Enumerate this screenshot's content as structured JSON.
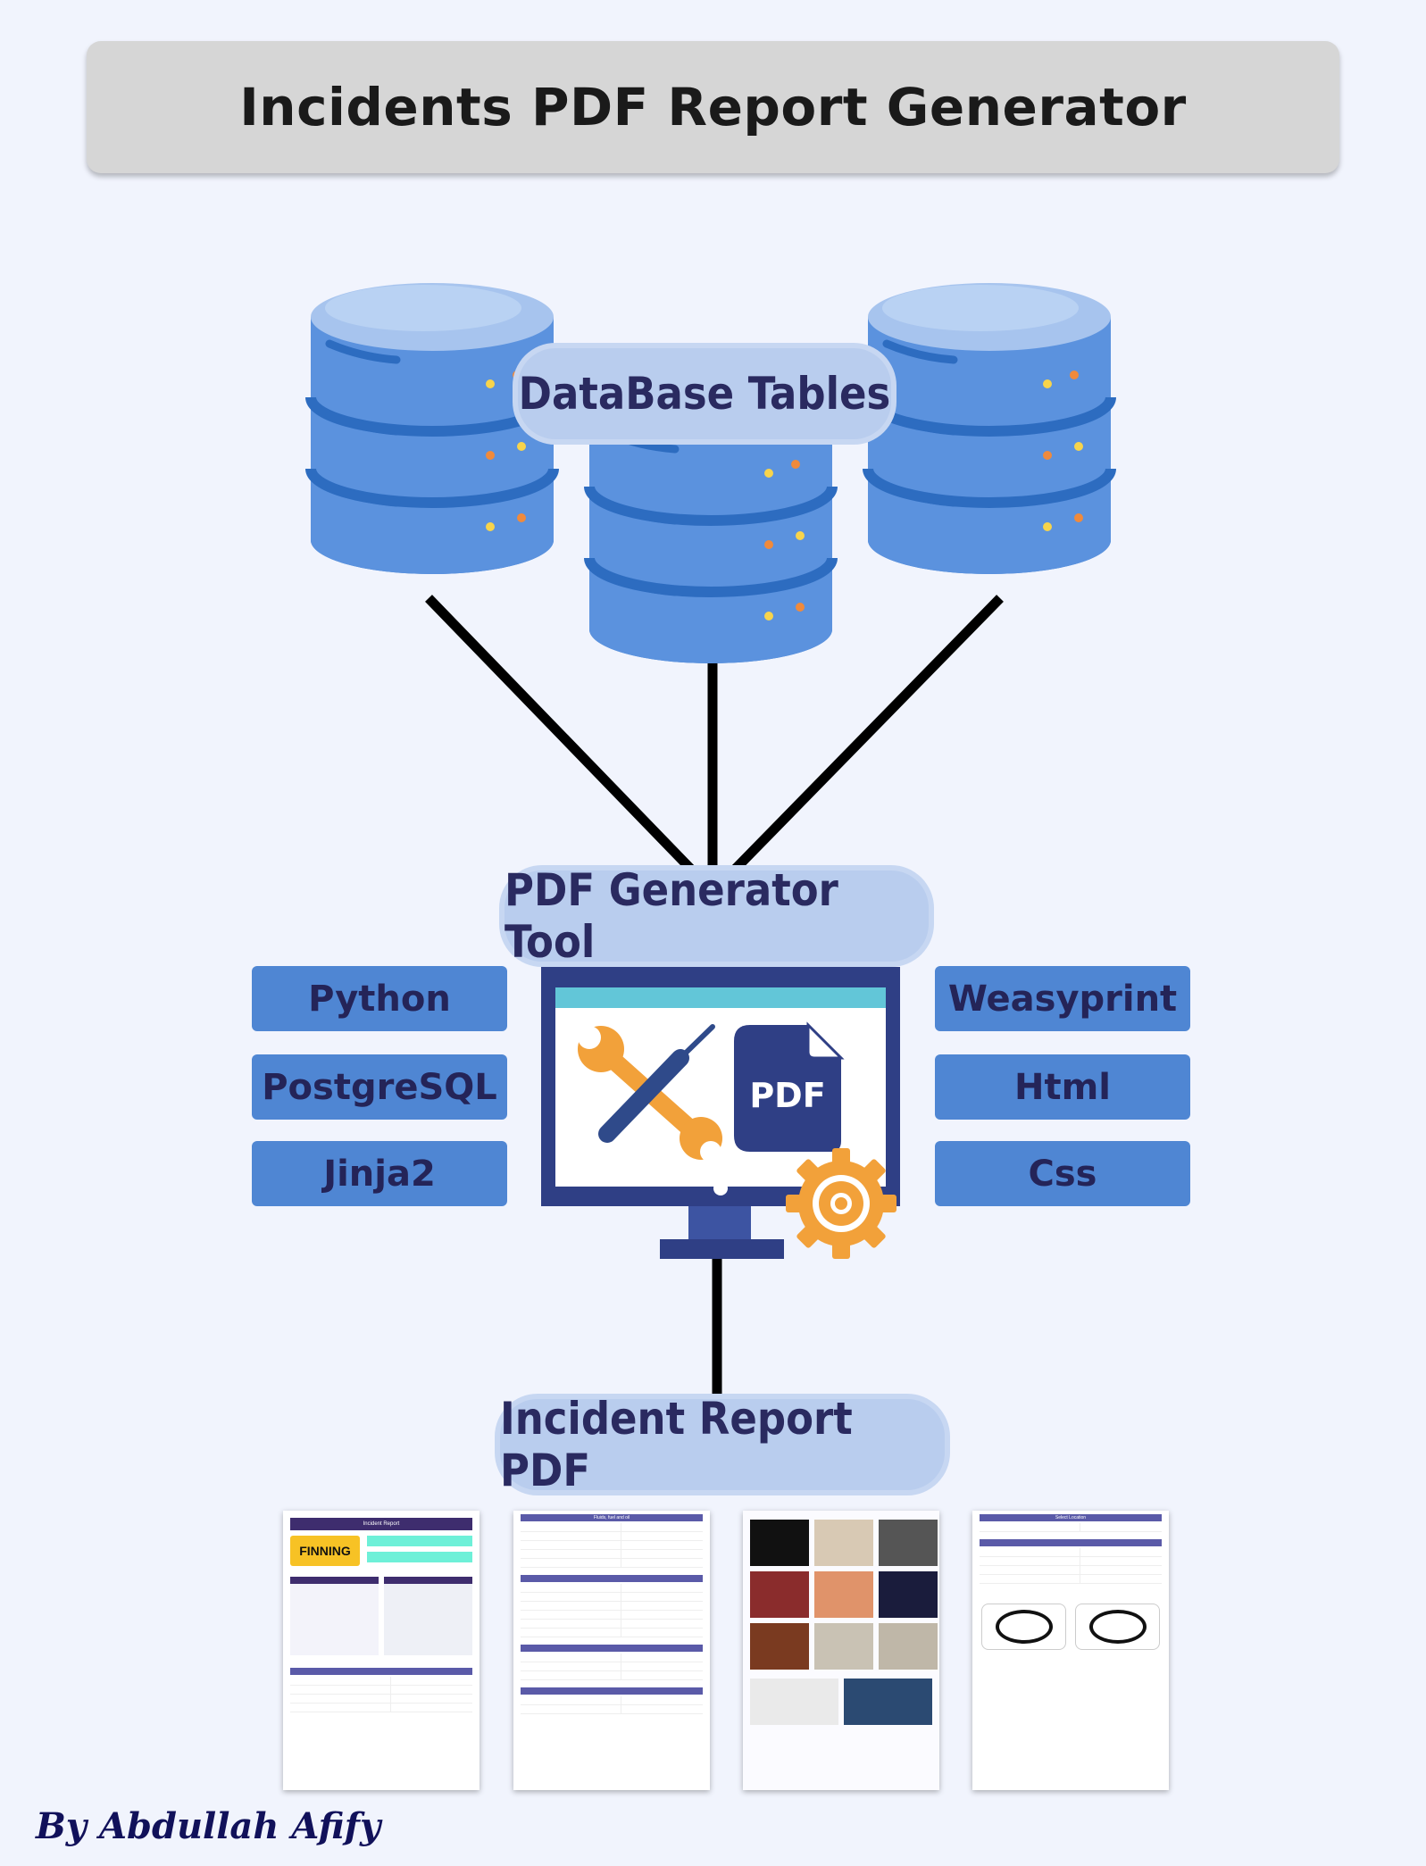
{
  "title": "Incidents PDF Report Generator",
  "database": {
    "label": "DataBase Tables"
  },
  "tool": {
    "label": "PDF Generator Tool",
    "pdf_icon_text": "PDF"
  },
  "tech_left": [
    "Python",
    "PostgreSQL",
    "Jinja2"
  ],
  "tech_right": [
    "Weasyprint",
    "Html",
    "Css"
  ],
  "output": {
    "label": "Incident Report PDF"
  },
  "pages": {
    "p1_title": "Incident Report",
    "p1_logo": "FINNING",
    "p2_title": "Fluids, fuel and oil",
    "p4_title": "Select Location"
  },
  "author": "By Abdullah Afify",
  "colors": {
    "background": "#f1f4fd",
    "tag": "#4f86d3",
    "label_cloud": "#b9cdee",
    "db_blue": "#5b92de"
  }
}
